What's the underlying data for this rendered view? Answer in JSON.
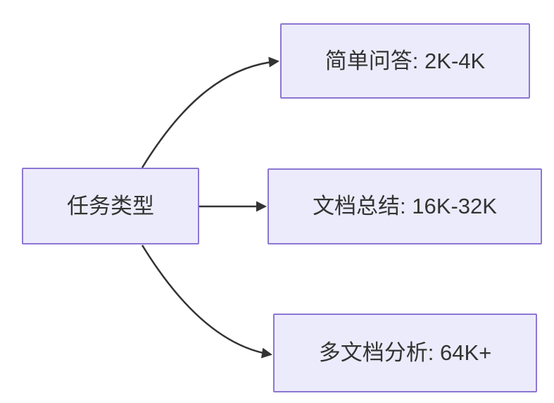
{
  "diagram": {
    "root": {
      "label": "任务类型"
    },
    "children": [
      {
        "label": "简单问答: 2K-4K"
      },
      {
        "label": "文档总结: 16K-32K"
      },
      {
        "label": "多文档分析: 64K+"
      }
    ]
  },
  "colors": {
    "node-fill": "#ECEBFB",
    "node-border": "#8D76D3",
    "edge": "#333333",
    "text": "#333333",
    "canvas-bg": "#FFFFFF"
  }
}
